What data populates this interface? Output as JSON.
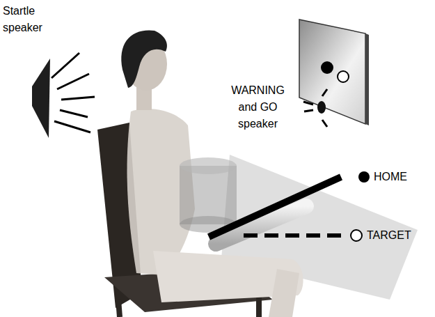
{
  "diagram": {
    "labels": [
      "Startle speaker",
      "WARNING and GO speaker",
      "HOME",
      "TARGET"
    ]
  }
}
